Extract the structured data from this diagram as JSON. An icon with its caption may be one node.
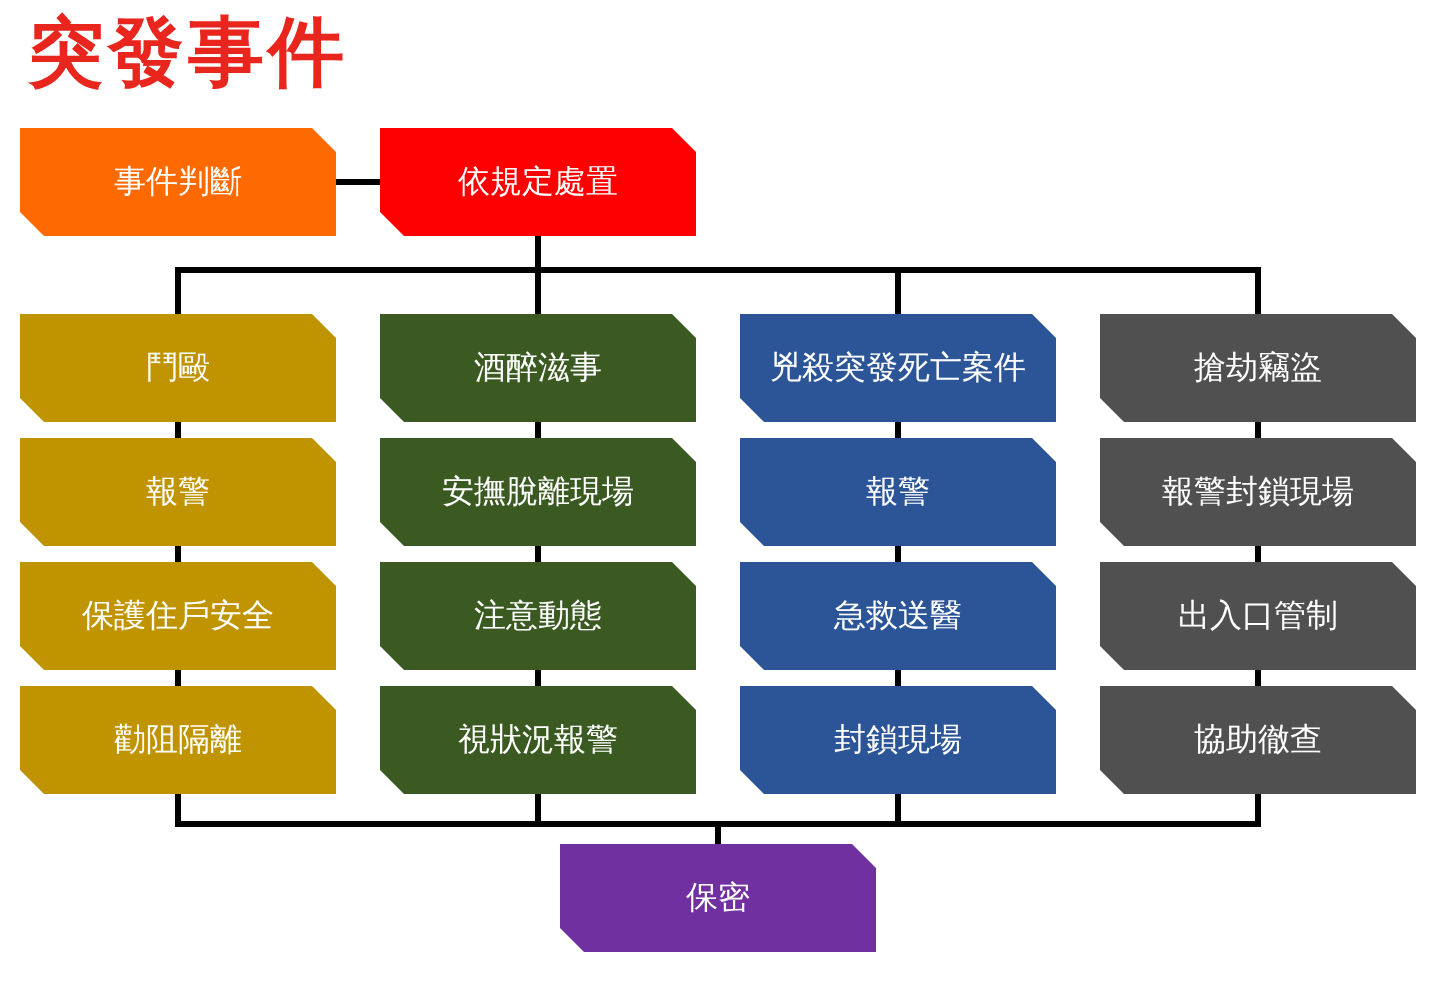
{
  "diagram": {
    "title": "突發事件",
    "nodes": [
      {
        "text": [
          "事件判斷"
        ]
      },
      {
        "text": [
          "依規定處置"
        ]
      },
      {
        "text": [
          "鬥毆"
        ]
      },
      {
        "text": [
          "報警"
        ]
      },
      {
        "text": [
          "保護住戶安全"
        ]
      },
      {
        "text": [
          "勸阻隔離"
        ]
      },
      {
        "text": [
          "酒醉滋事"
        ]
      },
      {
        "text": [
          "安撫脫離現場"
        ]
      },
      {
        "text": [
          "注意動態"
        ]
      },
      {
        "text": [
          "視狀況報警"
        ]
      },
      {
        "text": [
          "兇殺突發死亡案件"
        ]
      },
      {
        "text": [
          "報警"
        ]
      },
      {
        "text": [
          "急救送醫"
        ]
      },
      {
        "text": [
          "封鎖現場"
        ]
      },
      {
        "text": [
          "搶劫竊盜"
        ]
      },
      {
        "text": [
          "報警封鎖現場"
        ]
      },
      {
        "text": [
          "出入口管制"
        ]
      },
      {
        "text": [
          "協助徹查"
        ]
      },
      {
        "text": [
          "保密"
        ]
      }
    ],
    "edges": [
      {
        "from": 0,
        "to": 1,
        "arrow": "none"
      },
      {
        "from": 1,
        "to": 2,
        "arrow": "none"
      },
      {
        "from": 1,
        "to": 6,
        "arrow": "none"
      },
      {
        "from": 1,
        "to": 10,
        "arrow": "none"
      },
      {
        "from": 1,
        "to": 14,
        "arrow": "none"
      },
      {
        "from": 2,
        "to": 3,
        "arrow": "none"
      },
      {
        "from": 3,
        "to": 4,
        "arrow": "none"
      },
      {
        "from": 4,
        "to": 5,
        "arrow": "none"
      },
      {
        "from": 6,
        "to": 7,
        "arrow": "none"
      },
      {
        "from": 7,
        "to": 8,
        "arrow": "none"
      },
      {
        "from": 8,
        "to": 9,
        "arrow": "none"
      },
      {
        "from": 10,
        "to": 11,
        "arrow": "none"
      },
      {
        "from": 11,
        "to": 12,
        "arrow": "none"
      },
      {
        "from": 12,
        "to": 13,
        "arrow": "none"
      },
      {
        "from": 14,
        "to": 15,
        "arrow": "none"
      },
      {
        "from": 15,
        "to": 16,
        "arrow": "none"
      },
      {
        "from": 16,
        "to": 17,
        "arrow": "none"
      },
      {
        "from": 5,
        "to": 18,
        "arrow": "none"
      },
      {
        "from": 9,
        "to": 18,
        "arrow": "none"
      },
      {
        "from": 13,
        "to": 18,
        "arrow": "none"
      },
      {
        "from": 17,
        "to": 18,
        "arrow": "none"
      }
    ]
  }
}
